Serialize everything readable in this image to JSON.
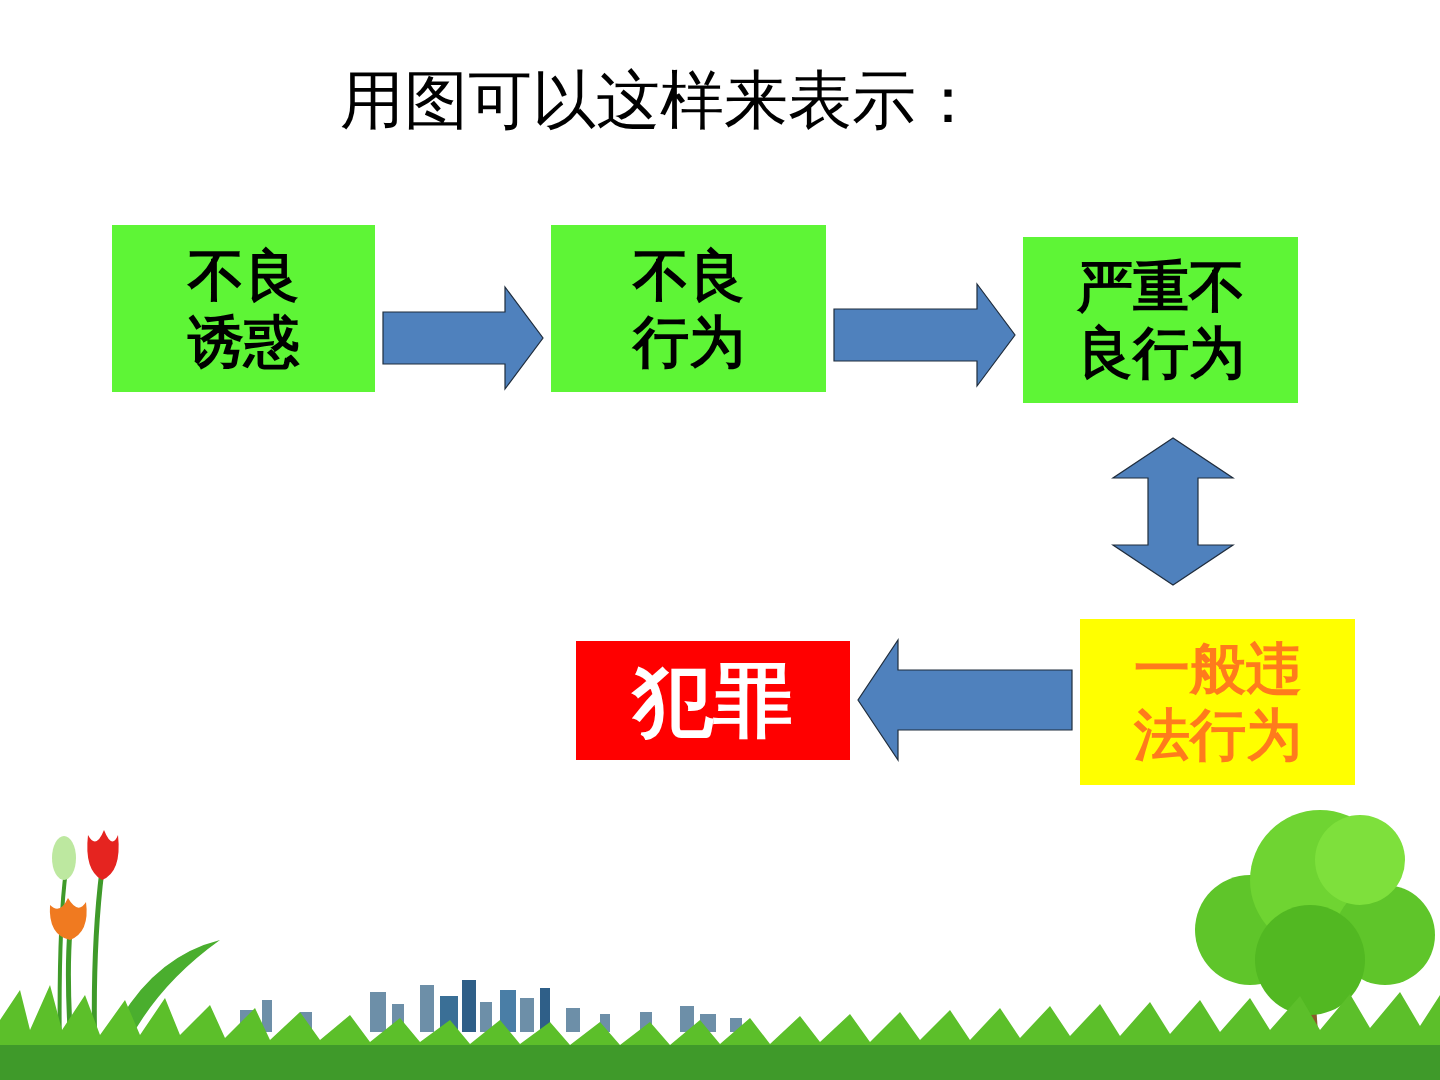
{
  "diagram": {
    "title": "用图可以这样来表示：",
    "nodes": [
      {
        "text": [
          "不良 诱惑"
        ]
      },
      {
        "text": [
          "不良 行为"
        ]
      },
      {
        "text": [
          "严重不 良行为"
        ]
      },
      {
        "text": [
          "一般违 法行为"
        ]
      },
      {
        "text": [
          "犯罪"
        ]
      }
    ],
    "edges": [
      {
        "from": 0,
        "to": 1,
        "arrow": "to"
      },
      {
        "from": 1,
        "to": 2,
        "arrow": "to"
      },
      {
        "from": 2,
        "to": 3,
        "arrow": "both"
      },
      {
        "from": 3,
        "to": 4,
        "arrow": "to"
      }
    ]
  }
}
